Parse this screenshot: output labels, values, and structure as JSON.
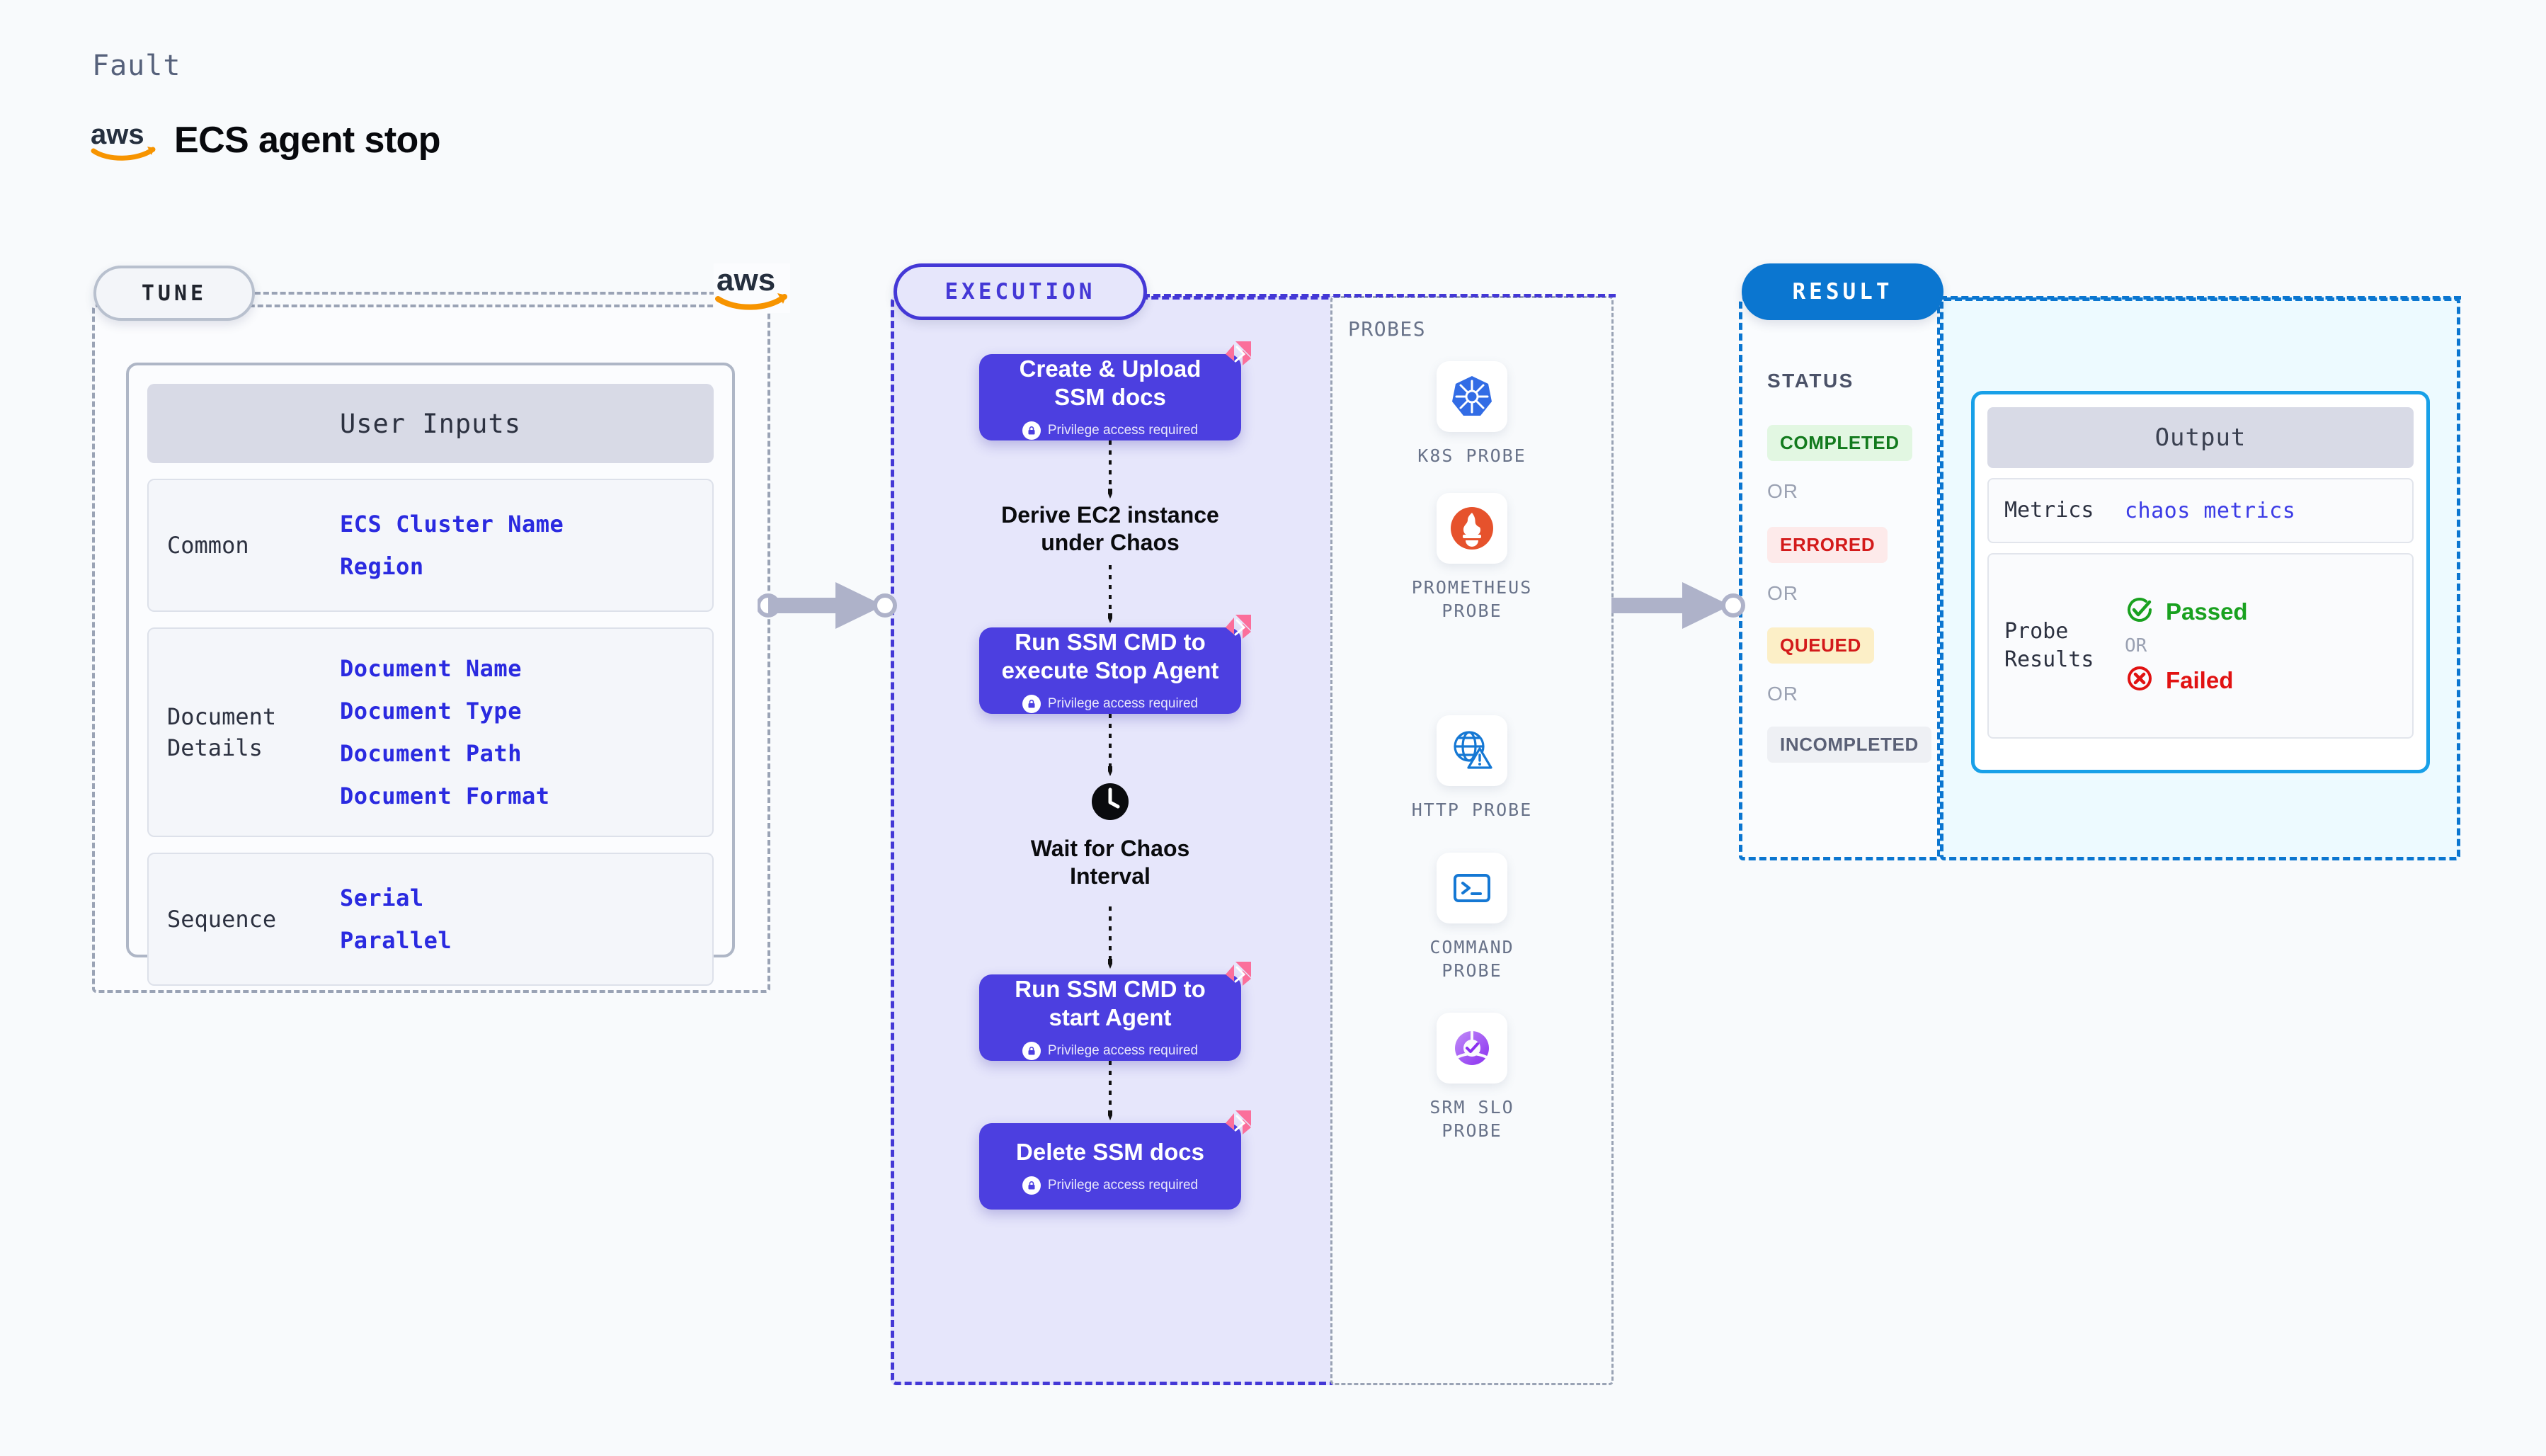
{
  "header": {
    "eyebrow": "Fault",
    "title": "ECS agent stop",
    "logo_icon": "aws-logo"
  },
  "tune": {
    "pill_label": "TUNE",
    "provider_logo_icon": "aws-logo",
    "inputs_card_title": "User Inputs",
    "groups": [
      {
        "label": "Common",
        "values": [
          "ECS Cluster Name",
          "Region"
        ]
      },
      {
        "label": "Document\nDetails",
        "label_line1": "Document",
        "label_line2": "Details",
        "values": [
          "Document Name",
          "Document Type",
          "Document Path",
          "Document Format"
        ]
      },
      {
        "label": "Sequence",
        "values": [
          "Serial",
          "Parallel"
        ]
      }
    ]
  },
  "execution": {
    "pill_label": "EXECUTION",
    "privilege_note": "Privilege access required",
    "steps": [
      {
        "type": "task",
        "title_line1": "Create & Upload",
        "title_line2": "SSM docs",
        "privilege": true,
        "badge_icon": "harness-flag-icon"
      },
      {
        "type": "plain",
        "title_line1": "Derive EC2 instance",
        "title_line2": "under Chaos",
        "icon": "none"
      },
      {
        "type": "task",
        "title_line1": "Run SSM CMD to",
        "title_line2": "execute Stop Agent",
        "privilege": true,
        "badge_icon": "harness-flag-icon"
      },
      {
        "type": "plain",
        "title_line1": "Wait for Chaos",
        "title_line2": "Interval",
        "icon": "clock-icon"
      },
      {
        "type": "task",
        "title_line1": "Run SSM CMD to",
        "title_line2": "start Agent",
        "privilege": true,
        "badge_icon": "harness-flag-icon"
      },
      {
        "type": "task",
        "title_line1": "Delete SSM docs",
        "title_line2": "",
        "privilege": true,
        "badge_icon": "harness-flag-icon"
      }
    ]
  },
  "probes": {
    "section_label": "PROBES",
    "items": [
      {
        "icon": "kubernetes-icon",
        "label_line1": "K8S PROBE",
        "label_line2": ""
      },
      {
        "icon": "prometheus-icon",
        "label_line1": "PROMETHEUS",
        "label_line2": "PROBE"
      },
      {
        "icon": "http-globe-icon",
        "label_line1": "HTTP PROBE",
        "label_line2": ""
      },
      {
        "icon": "terminal-icon",
        "label_line1": "COMMAND",
        "label_line2": "PROBE"
      },
      {
        "icon": "srm-slo-icon",
        "label_line1": "SRM SLO",
        "label_line2": "PROBE"
      }
    ]
  },
  "result": {
    "pill_label": "RESULT",
    "status_label": "STATUS",
    "or_label": "OR",
    "statuses": [
      {
        "text": "COMPLETED",
        "fg": "#127a1d",
        "bg": "#e2f7e2"
      },
      {
        "text": "ERRORED",
        "fg": "#d31a1a",
        "bg": "#fdeaea"
      },
      {
        "text": "QUEUED",
        "fg": "#d31a1a",
        "bg": "#fcefc7"
      },
      {
        "text": "INCOMPLETED",
        "fg": "#5a6076",
        "bg": "#eef0f4"
      }
    ]
  },
  "output": {
    "title": "Output",
    "metrics_label": "Metrics",
    "metrics_value": "chaos metrics",
    "probe_results_label_line1": "Probe",
    "probe_results_label_line2": "Results",
    "passed_text": "Passed",
    "failed_text": "Failed",
    "or_label": "OR",
    "passed_icon": "check-circle-icon",
    "failed_icon": "x-circle-icon"
  },
  "colors": {
    "tune_border": "#9aa3b5",
    "execution_accent": "#4438d6",
    "node_purple": "#4c3fe0",
    "result_accent": "#0b76d0",
    "output_border": "#18a0e8",
    "badge_pink": "#fb6f9b",
    "aws_orange": "#f79400"
  }
}
